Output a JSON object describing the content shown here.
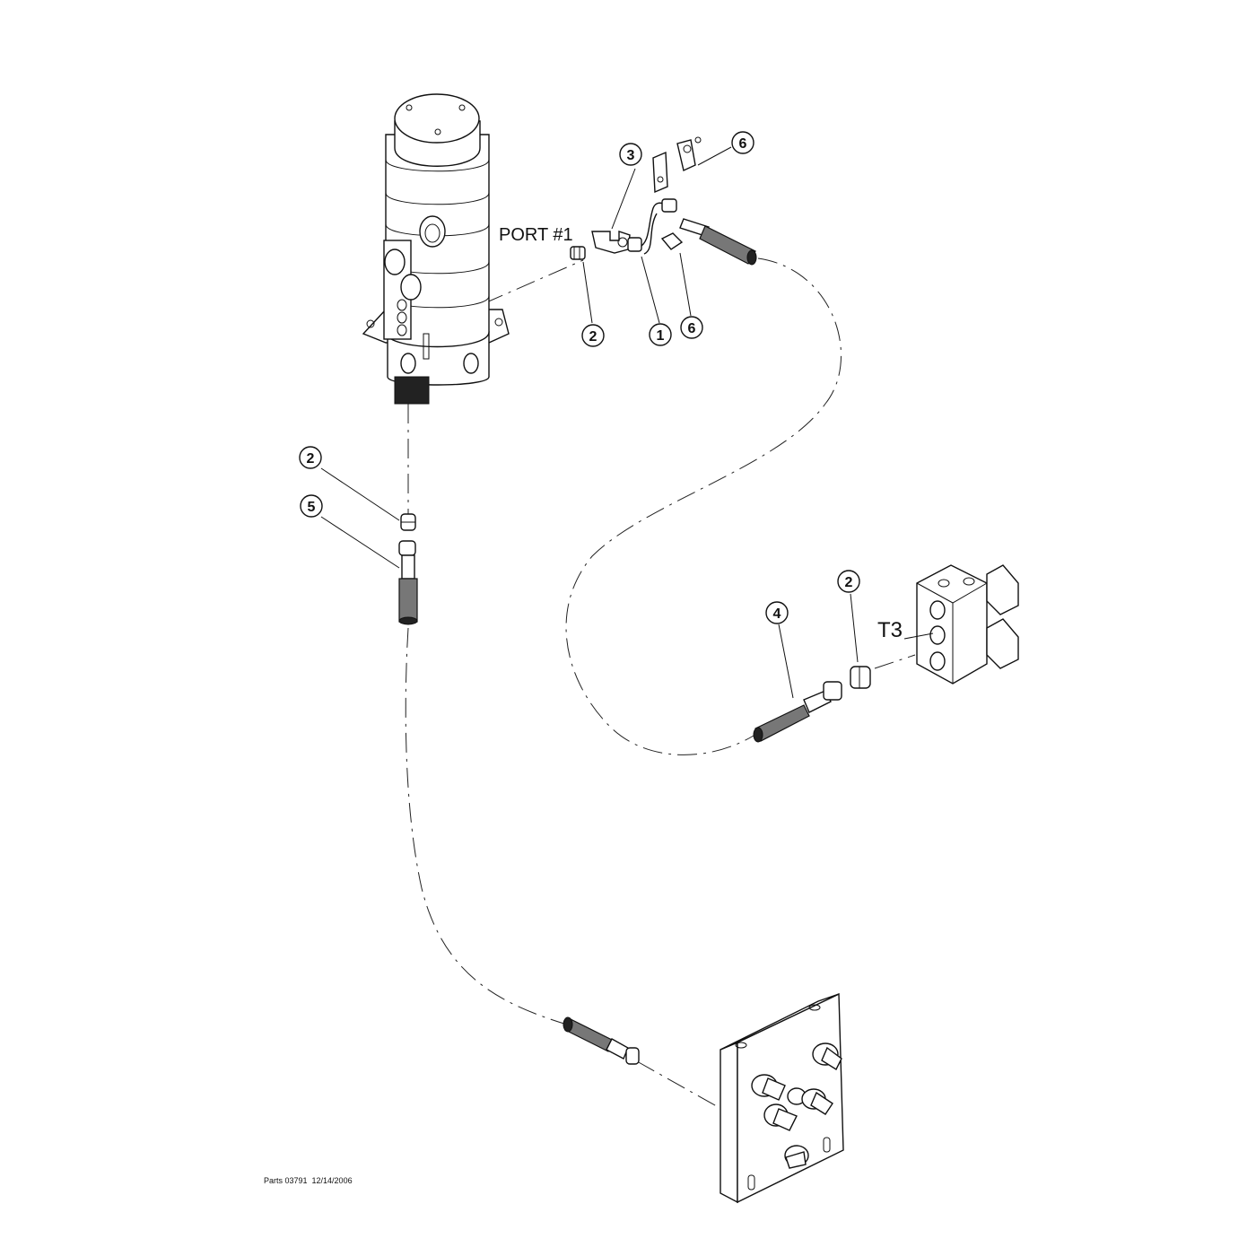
{
  "labels": {
    "port1": "PORT #1",
    "t3": "T3",
    "footer": "Parts 03791  12/14/2006"
  },
  "callouts": [
    {
      "id": "c3",
      "text": "3"
    },
    {
      "id": "c6a",
      "text": "6"
    },
    {
      "id": "c2a",
      "text": "2"
    },
    {
      "id": "c1",
      "text": "1"
    },
    {
      "id": "c6b",
      "text": "6"
    },
    {
      "id": "c2b",
      "text": "2"
    },
    {
      "id": "c5",
      "text": "5"
    },
    {
      "id": "c4",
      "text": "4"
    },
    {
      "id": "c2c",
      "text": "2"
    }
  ]
}
